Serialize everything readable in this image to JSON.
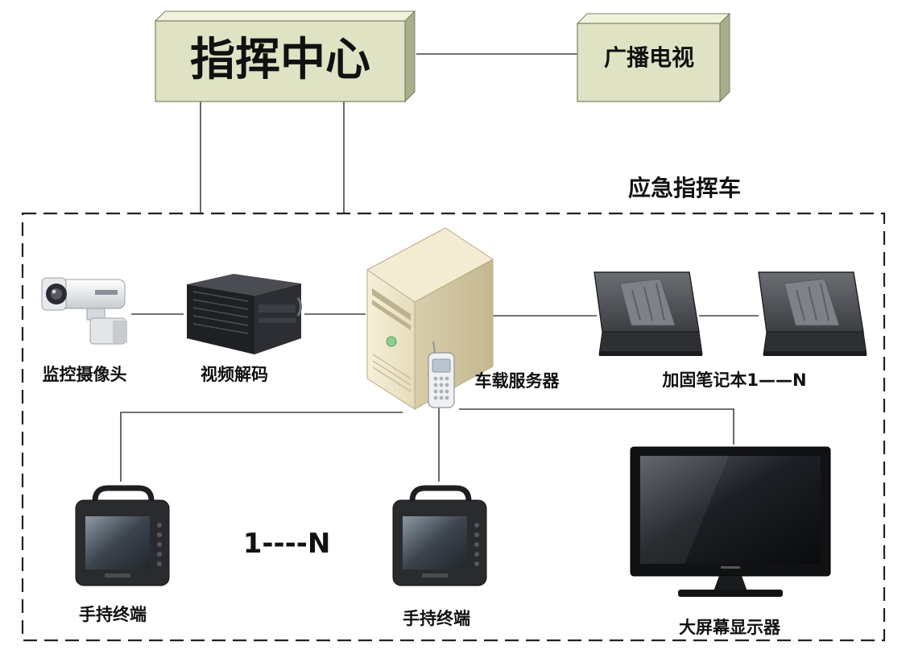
{
  "nodes": {
    "command_center": "指挥中心",
    "broadcast_tv": "广播电视",
    "vehicle_group": "应急指挥车",
    "camera": "监控摄像头",
    "video_decoder": "视频解码",
    "server": "车载服务器",
    "laptops": "加固笔记本1——N",
    "handheld_a": "手持终端",
    "handheld_b": "手持终端",
    "handheld_range": "1----N",
    "big_screen": "大屏幕显示器"
  },
  "colors": {
    "box_fill": "#dfe3c4",
    "box_top": "#f0f2dc",
    "box_side": "#a9ad8c",
    "box_border": "#7d8063",
    "line": "#444444",
    "dash": "#222222"
  }
}
